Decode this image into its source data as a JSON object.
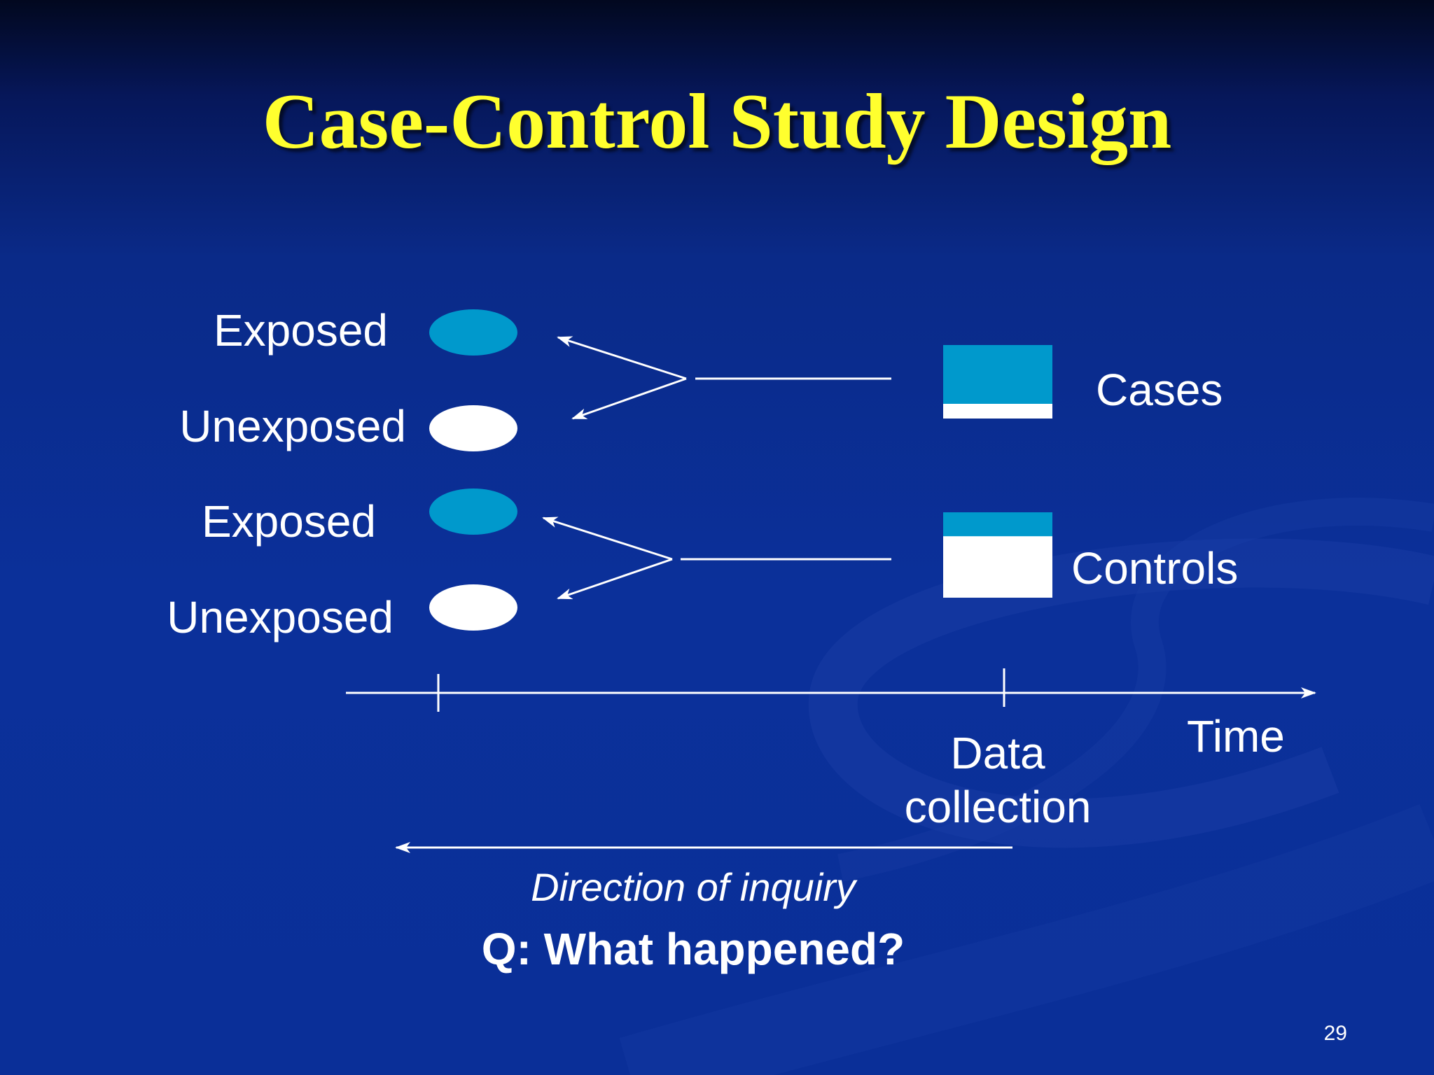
{
  "slide": {
    "title": "Case-Control Study Design",
    "page_number": "29"
  },
  "colors": {
    "title": "#FFFF2E",
    "exposed": "#0099CC",
    "unexposed": "#FFFFFF",
    "line": "#FFFFFF"
  },
  "diagram": {
    "cases_group": {
      "exposed_label": "Exposed",
      "unexposed_label": "Unexposed",
      "group_label": "Cases",
      "exposed_fraction": 0.8
    },
    "controls_group": {
      "exposed_label": "Exposed",
      "unexposed_label": "Unexposed",
      "group_label": "Controls",
      "exposed_fraction": 0.28
    },
    "timeline": {
      "axis_label": "Time",
      "data_collection_label": "Data\ncollection"
    },
    "direction_label": "Direction of inquiry",
    "question": "Q: What happened?"
  }
}
